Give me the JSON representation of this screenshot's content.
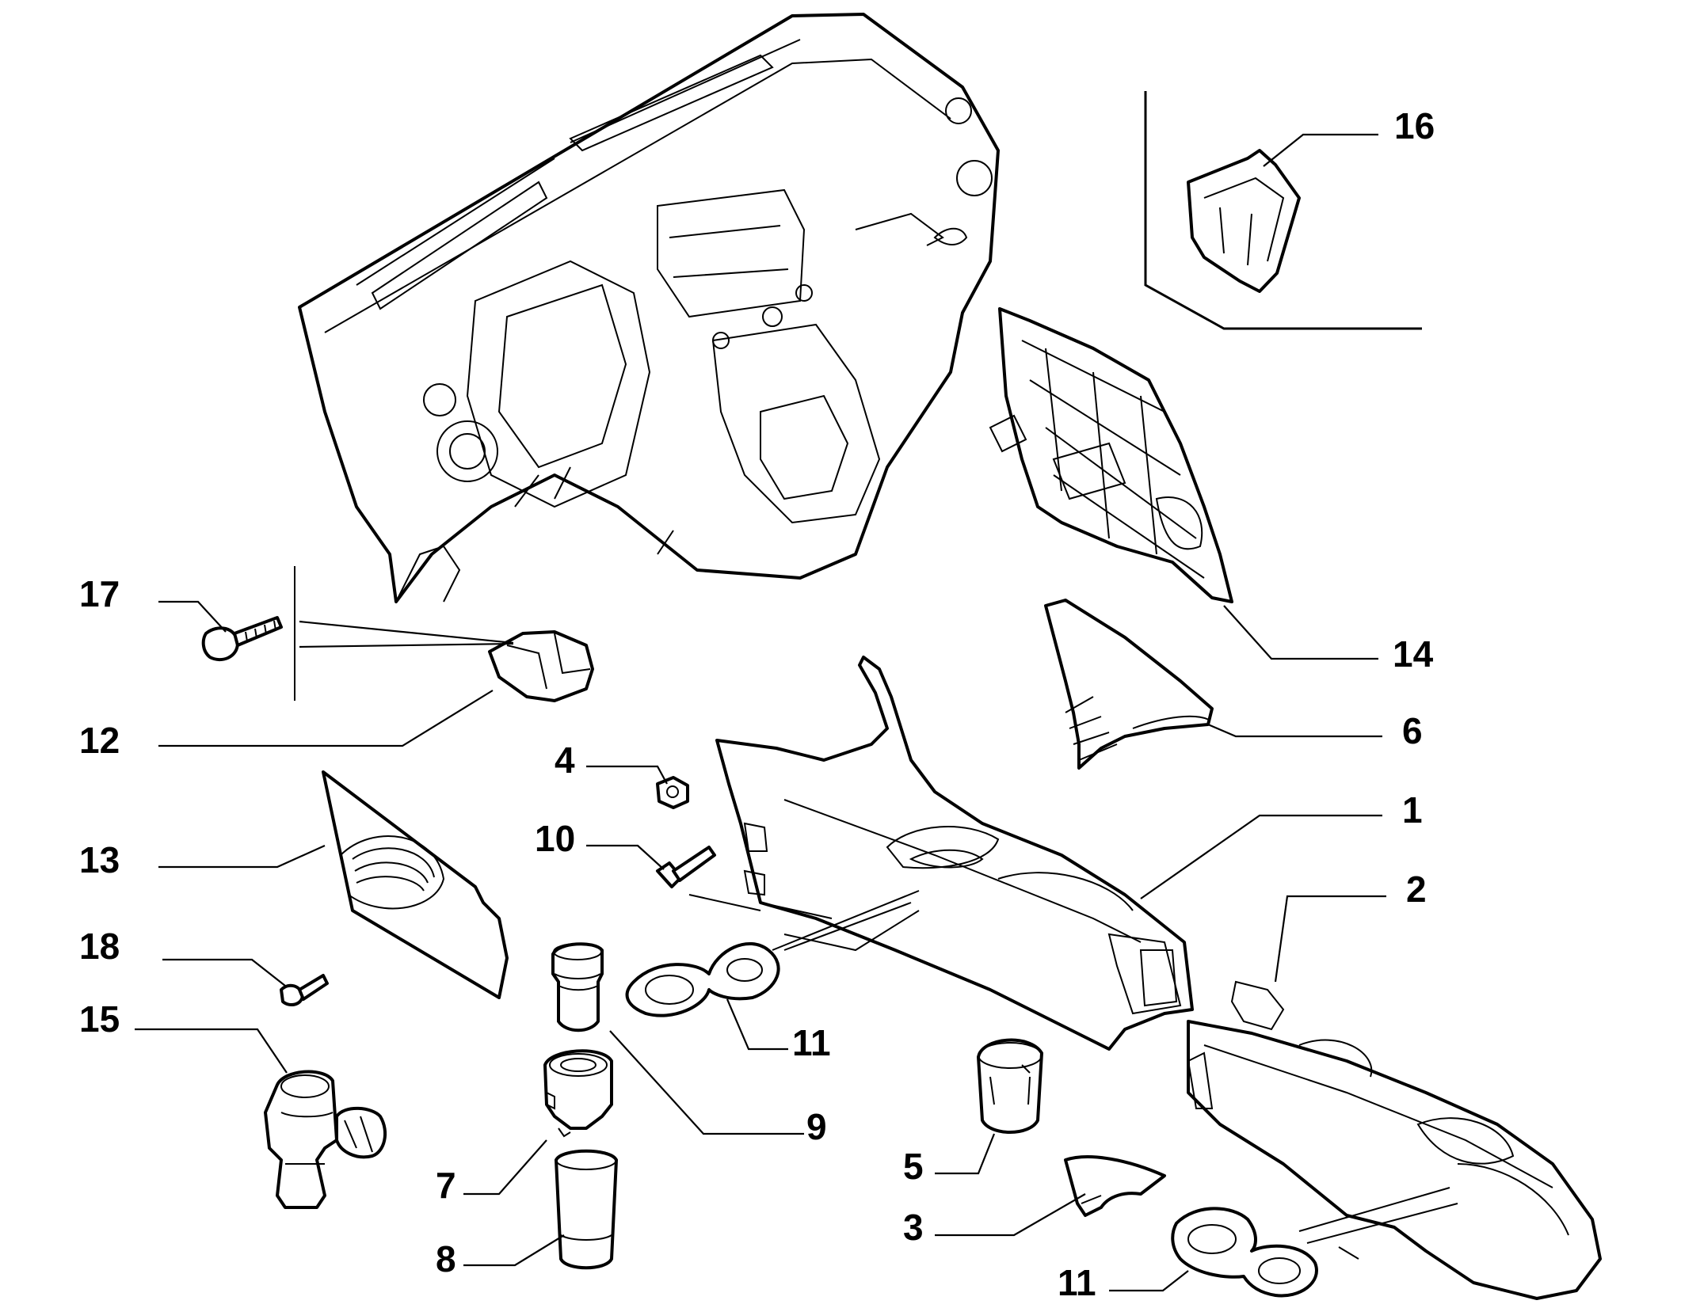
{
  "diagram": {
    "callouts": {
      "c1": "1",
      "c2": "2",
      "c3": "3",
      "c4": "4",
      "c5": "5",
      "c6": "6",
      "c7": "7",
      "c8": "8",
      "c9": "9",
      "c10": "10",
      "c11a": "11",
      "c11b": "11",
      "c12": "12",
      "c13": "13",
      "c14": "14",
      "c15": "15",
      "c16": "16",
      "c17": "17",
      "c18": "18"
    },
    "colors": {
      "line": "#000000",
      "background": "#ffffff"
    }
  }
}
